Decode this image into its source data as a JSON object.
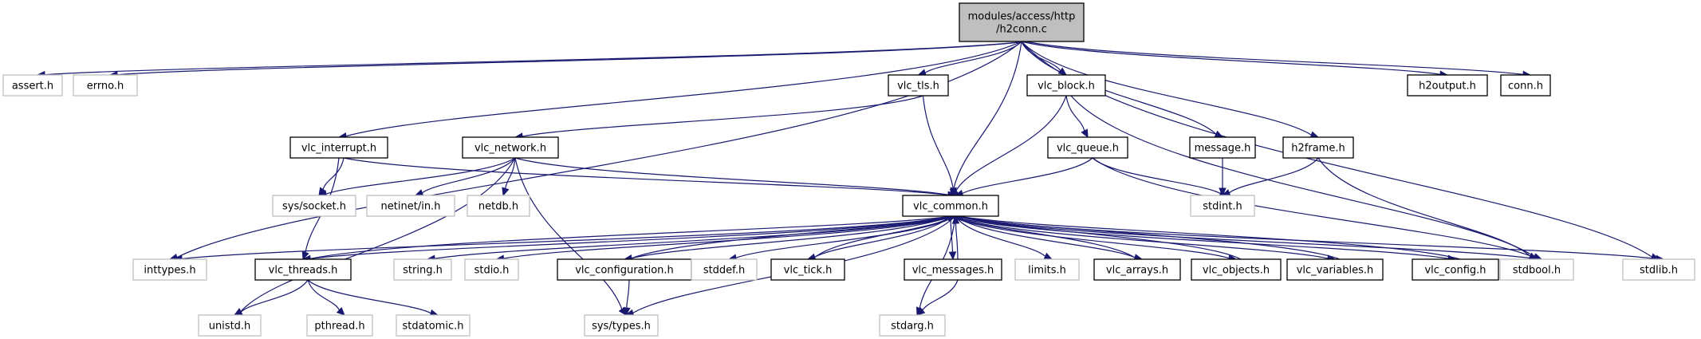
{
  "root": {
    "id": "h2conn",
    "label": [
      "modules/access/http",
      "/h2conn.c"
    ]
  },
  "nodes": [
    {
      "id": "h2conn",
      "label": "modules/access/http/h2conn.c",
      "external": false
    },
    {
      "id": "assert",
      "label": "assert.h",
      "external": true
    },
    {
      "id": "errno",
      "label": "errno.h",
      "external": true
    },
    {
      "id": "vlc_tls",
      "label": "vlc_tls.h",
      "external": false
    },
    {
      "id": "vlc_block",
      "label": "vlc_block.h",
      "external": false
    },
    {
      "id": "h2output",
      "label": "h2output.h",
      "external": false
    },
    {
      "id": "conn",
      "label": "conn.h",
      "external": false
    },
    {
      "id": "vlc_interrupt",
      "label": "vlc_interrupt.h",
      "external": false
    },
    {
      "id": "vlc_network",
      "label": "vlc_network.h",
      "external": false
    },
    {
      "id": "vlc_queue",
      "label": "vlc_queue.h",
      "external": false
    },
    {
      "id": "message",
      "label": "message.h",
      "external": false
    },
    {
      "id": "h2frame",
      "label": "h2frame.h",
      "external": false
    },
    {
      "id": "sys_socket",
      "label": "sys/socket.h",
      "external": true
    },
    {
      "id": "netinet_in",
      "label": "netinet/in.h",
      "external": true
    },
    {
      "id": "netdb",
      "label": "netdb.h",
      "external": true
    },
    {
      "id": "vlc_common",
      "label": "vlc_common.h",
      "external": false
    },
    {
      "id": "stdint",
      "label": "stdint.h",
      "external": true
    },
    {
      "id": "inttypes",
      "label": "inttypes.h",
      "external": true
    },
    {
      "id": "vlc_threads",
      "label": "vlc_threads.h",
      "external": false
    },
    {
      "id": "string",
      "label": "string.h",
      "external": true
    },
    {
      "id": "stdio",
      "label": "stdio.h",
      "external": true
    },
    {
      "id": "vlc_configuration",
      "label": "vlc_configuration.h",
      "external": false
    },
    {
      "id": "stddef",
      "label": "stddef.h",
      "external": true
    },
    {
      "id": "vlc_tick",
      "label": "vlc_tick.h",
      "external": false
    },
    {
      "id": "vlc_messages",
      "label": "vlc_messages.h",
      "external": false
    },
    {
      "id": "limits",
      "label": "limits.h",
      "external": true
    },
    {
      "id": "vlc_arrays",
      "label": "vlc_arrays.h",
      "external": false
    },
    {
      "id": "vlc_objects",
      "label": "vlc_objects.h",
      "external": false
    },
    {
      "id": "vlc_variables",
      "label": "vlc_variables.h",
      "external": false
    },
    {
      "id": "vlc_config",
      "label": "vlc_config.h",
      "external": false
    },
    {
      "id": "stdbool",
      "label": "stdbool.h",
      "external": true
    },
    {
      "id": "stdlib",
      "label": "stdlib.h",
      "external": true
    },
    {
      "id": "unistd",
      "label": "unistd.h",
      "external": true
    },
    {
      "id": "pthread",
      "label": "pthread.h",
      "external": true
    },
    {
      "id": "stdatomic",
      "label": "stdatomic.h",
      "external": true
    },
    {
      "id": "sys_types",
      "label": "sys/types.h",
      "external": true
    },
    {
      "id": "stdarg",
      "label": "stdarg.h",
      "external": true
    }
  ],
  "edges": [
    [
      "h2conn",
      "assert"
    ],
    [
      "h2conn",
      "errno"
    ],
    [
      "h2conn",
      "vlc_tls"
    ],
    [
      "h2conn",
      "vlc_block"
    ],
    [
      "h2conn",
      "h2output"
    ],
    [
      "h2conn",
      "conn"
    ],
    [
      "h2conn",
      "vlc_interrupt"
    ],
    [
      "h2conn",
      "inttypes"
    ],
    [
      "h2conn",
      "vlc_common"
    ],
    [
      "h2conn",
      "message"
    ],
    [
      "h2conn",
      "h2frame"
    ],
    [
      "h2conn",
      "stdlib"
    ],
    [
      "vlc_tls",
      "vlc_network"
    ],
    [
      "vlc_tls",
      "vlc_common"
    ],
    [
      "vlc_block",
      "vlc_queue"
    ],
    [
      "vlc_block",
      "vlc_common"
    ],
    [
      "vlc_block",
      "stdbool"
    ],
    [
      "vlc_interrupt",
      "sys_socket"
    ],
    [
      "vlc_interrupt",
      "vlc_threads"
    ],
    [
      "vlc_interrupt",
      "vlc_common"
    ],
    [
      "vlc_network",
      "sys_socket"
    ],
    [
      "vlc_network",
      "netinet_in"
    ],
    [
      "vlc_network",
      "netdb"
    ],
    [
      "vlc_network",
      "vlc_common"
    ],
    [
      "vlc_network",
      "unistd"
    ],
    [
      "vlc_network",
      "sys_types"
    ],
    [
      "vlc_queue",
      "vlc_common"
    ],
    [
      "vlc_queue",
      "stdint"
    ],
    [
      "vlc_queue",
      "stdbool"
    ],
    [
      "message",
      "stdint"
    ],
    [
      "h2frame",
      "stdint"
    ],
    [
      "h2frame",
      "stdbool"
    ],
    [
      "vlc_common",
      "inttypes"
    ],
    [
      "vlc_common",
      "vlc_threads"
    ],
    [
      "vlc_common",
      "string"
    ],
    [
      "vlc_common",
      "stdio"
    ],
    [
      "vlc_common",
      "vlc_configuration"
    ],
    [
      "vlc_common",
      "stddef"
    ],
    [
      "vlc_common",
      "vlc_tick"
    ],
    [
      "vlc_common",
      "vlc_messages"
    ],
    [
      "vlc_common",
      "limits"
    ],
    [
      "vlc_common",
      "vlc_arrays"
    ],
    [
      "vlc_common",
      "vlc_objects"
    ],
    [
      "vlc_common",
      "vlc_variables"
    ],
    [
      "vlc_common",
      "vlc_config"
    ],
    [
      "vlc_common",
      "stdbool"
    ],
    [
      "vlc_common",
      "stdlib"
    ],
    [
      "vlc_common",
      "stdarg"
    ],
    [
      "vlc_common",
      "sys_types"
    ],
    [
      "vlc_threads",
      "vlc_common"
    ],
    [
      "vlc_threads",
      "unistd"
    ],
    [
      "vlc_threads",
      "pthread"
    ],
    [
      "vlc_threads",
      "stdatomic"
    ],
    [
      "vlc_configuration",
      "vlc_common"
    ],
    [
      "vlc_configuration",
      "sys_types"
    ],
    [
      "vlc_tick",
      "vlc_common"
    ],
    [
      "vlc_messages",
      "vlc_common"
    ],
    [
      "vlc_messages",
      "stdarg"
    ],
    [
      "vlc_arrays",
      "vlc_common"
    ],
    [
      "vlc_objects",
      "vlc_common"
    ],
    [
      "vlc_variables",
      "vlc_common"
    ],
    [
      "vlc_config",
      "vlc_common"
    ]
  ]
}
